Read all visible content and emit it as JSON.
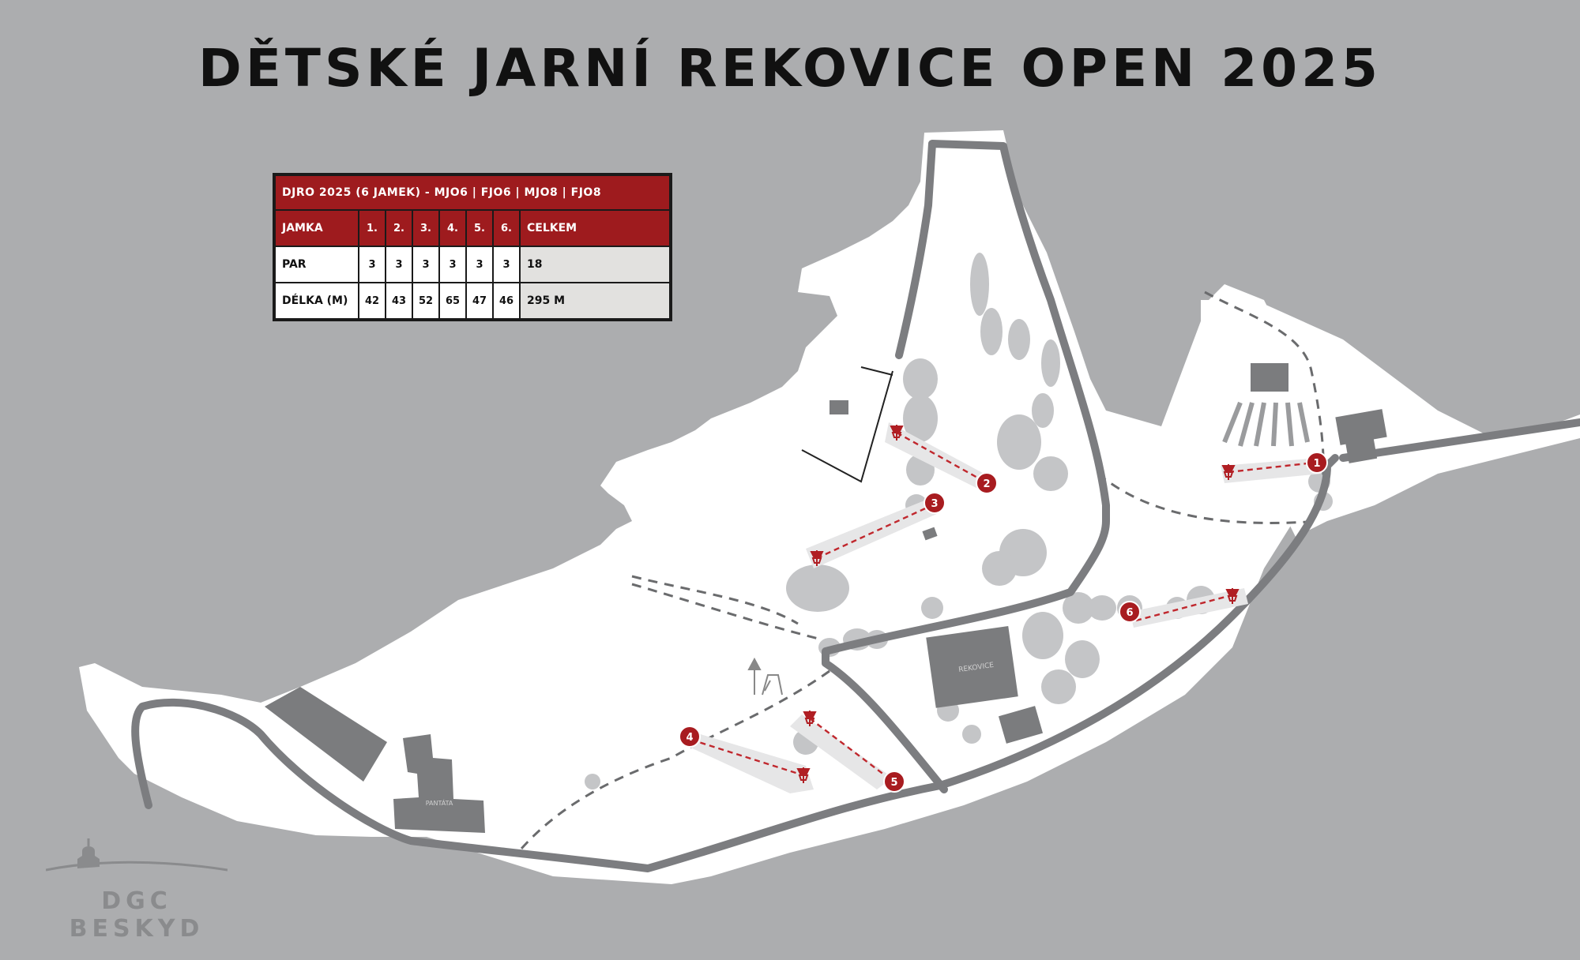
{
  "title": "DĚTSKÉ JARNÍ REKOVICE OPEN 2025",
  "scorecard": {
    "caption": "DJRO 2025 (6 JAMEK) - MJO6 | FJO6 | MJO8 | FJO8",
    "header_label": "JAMKA",
    "holes": [
      "1.",
      "2.",
      "3.",
      "4.",
      "5.",
      "6."
    ],
    "total_label": "CELKEM",
    "rows": [
      {
        "label": "PAR",
        "values": [
          "3",
          "3",
          "3",
          "3",
          "3",
          "3"
        ],
        "total": "18"
      },
      {
        "label": "DÉLKA (M)",
        "values": [
          "42",
          "43",
          "52",
          "65",
          "47",
          "46"
        ],
        "total": "295 M"
      }
    ]
  },
  "map_labels": {
    "rekovice": "REKOVICE",
    "pantata": "PANTÁTA"
  },
  "holes": [
    {
      "number": "1"
    },
    {
      "number": "2"
    },
    {
      "number": "3"
    },
    {
      "number": "4"
    },
    {
      "number": "5"
    },
    {
      "number": "6"
    }
  ],
  "brand": "DGC BESKYD",
  "colors": {
    "background": "#acadaf",
    "area": "#ffffff",
    "road": "#7c7d80",
    "accent": "#9e1b1e",
    "building": "#7b7c7e",
    "tree": "#c4c5c7"
  }
}
